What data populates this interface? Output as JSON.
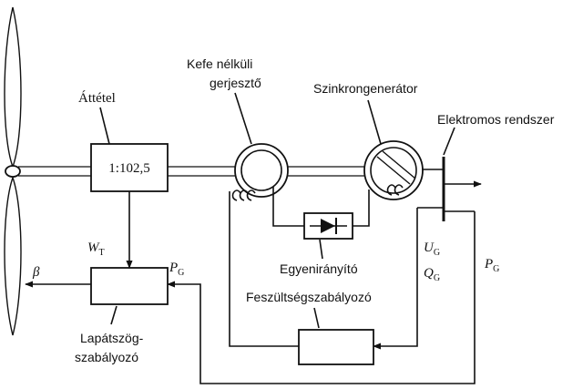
{
  "labels": {
    "gearbox": "Áttétel",
    "gearbox_ratio": "1:102,5",
    "exciter_line1": "Kefe nélküli",
    "exciter_line2": "gerjesztő",
    "generator": "Szinkrongenerátor",
    "grid": "Elektromos rendszer",
    "rectifier": "Egyenirányító",
    "voltage_regulator": "Feszültségszabályozó",
    "pitch_controller_line1": "Lapátszög-",
    "pitch_controller_line2": "szabályozó"
  },
  "symbols": {
    "beta": "β",
    "wt_main": "W",
    "wt_sub": "T",
    "pg_main": "P",
    "pg_sub": "G",
    "ug_main": "U",
    "ug_sub": "G",
    "qg_main": "Q",
    "qg_sub": "G",
    "pg2_main": "P",
    "pg2_sub": "G"
  }
}
